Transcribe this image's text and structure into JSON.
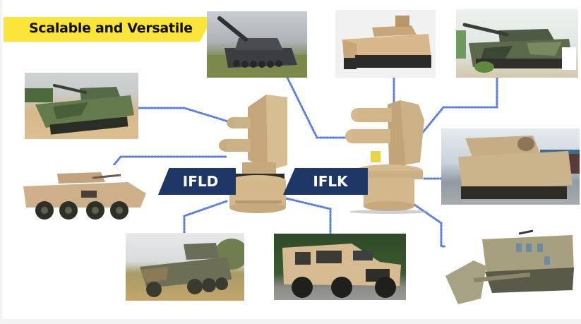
{
  "slide": {
    "title": "Scalable and Versatile",
    "colors": {
      "title_banner": "#fbe53a",
      "label_banner": "#1f3766",
      "connector": "#5b7fe0",
      "turret_tan": "#cfb48a"
    }
  },
  "systems": [
    {
      "id": "ifld",
      "label": "IFLD"
    },
    {
      "id": "iflk",
      "label": "IFLK"
    }
  ],
  "vehicles": [
    {
      "position": "top-center-left",
      "description": "main battle tank (grey, on grass)",
      "linked_to": "IFLK"
    },
    {
      "position": "top-center-right",
      "description": "tan tracked infantry fighting vehicle",
      "linked_to": "IFLK"
    },
    {
      "position": "top-right",
      "description": "green camo tracked infantry fighting vehicle",
      "linked_to": "IFLK"
    },
    {
      "position": "left-upper",
      "description": "green camo tracked IFV on sand",
      "linked_to": "IFLD"
    },
    {
      "position": "left-middle",
      "description": "tan 8x8 wheeled armored vehicle",
      "linked_to": "IFLD"
    },
    {
      "position": "bottom-left",
      "description": "camo 8x8 wheeled armored vehicle",
      "linked_to": "IFLD"
    },
    {
      "position": "bottom-center",
      "description": "tan light tactical vehicle",
      "linked_to": "IFLD"
    },
    {
      "position": "right-middle",
      "description": "tan tracked IFV (Bradley-type)",
      "linked_to": "IFLK"
    },
    {
      "position": "bottom-right",
      "description": "armored bulldozer",
      "linked_to": "IFLK"
    }
  ]
}
